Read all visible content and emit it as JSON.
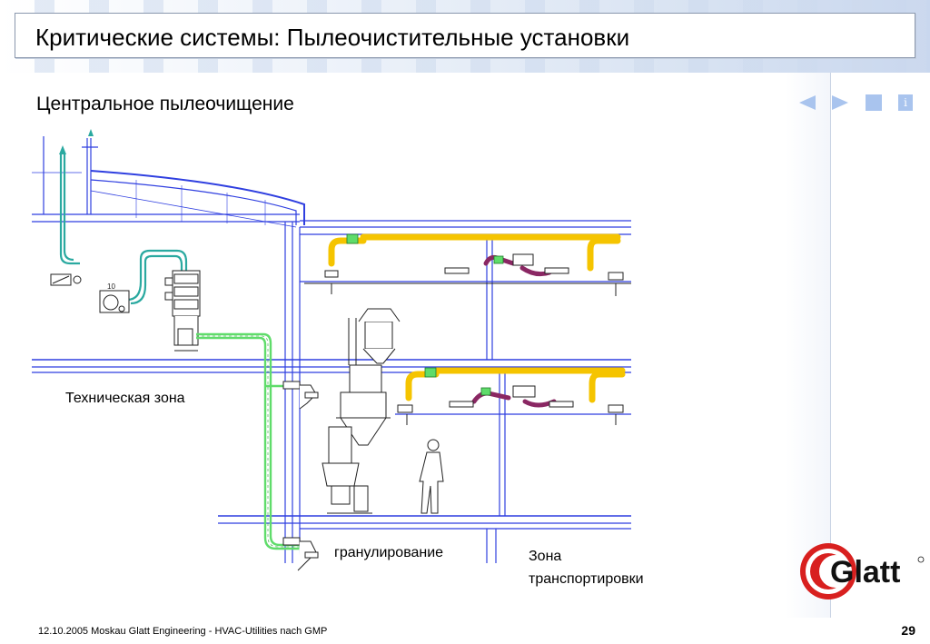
{
  "slide": {
    "title": "Критические системы: Пылеочистительные установки",
    "subtitle": "Центральное пылеочищение",
    "page_number": "29"
  },
  "navigation": {
    "info_symbol": "i"
  },
  "diagram": {
    "labels": {
      "technical_zone": "Техническая зона",
      "granulation": "гранулирование",
      "transport_zone_line1": "Зона",
      "transport_zone_line2": "транспортировки"
    },
    "equipment_tag": "10",
    "colors": {
      "building_lines": "#2f3fe0",
      "dust_duct_yellow": "#f5c400",
      "dust_duct_purple": "#8a2763",
      "collector_line_green": "#5fdc6a",
      "exhaust_line_teal": "#2aa9a0"
    }
  },
  "logo": {
    "brand": "Glatt"
  },
  "footer": {
    "text": "12.10.2005 Moskau   Glatt Engineering - HVAC-Utilities nach GMP"
  }
}
